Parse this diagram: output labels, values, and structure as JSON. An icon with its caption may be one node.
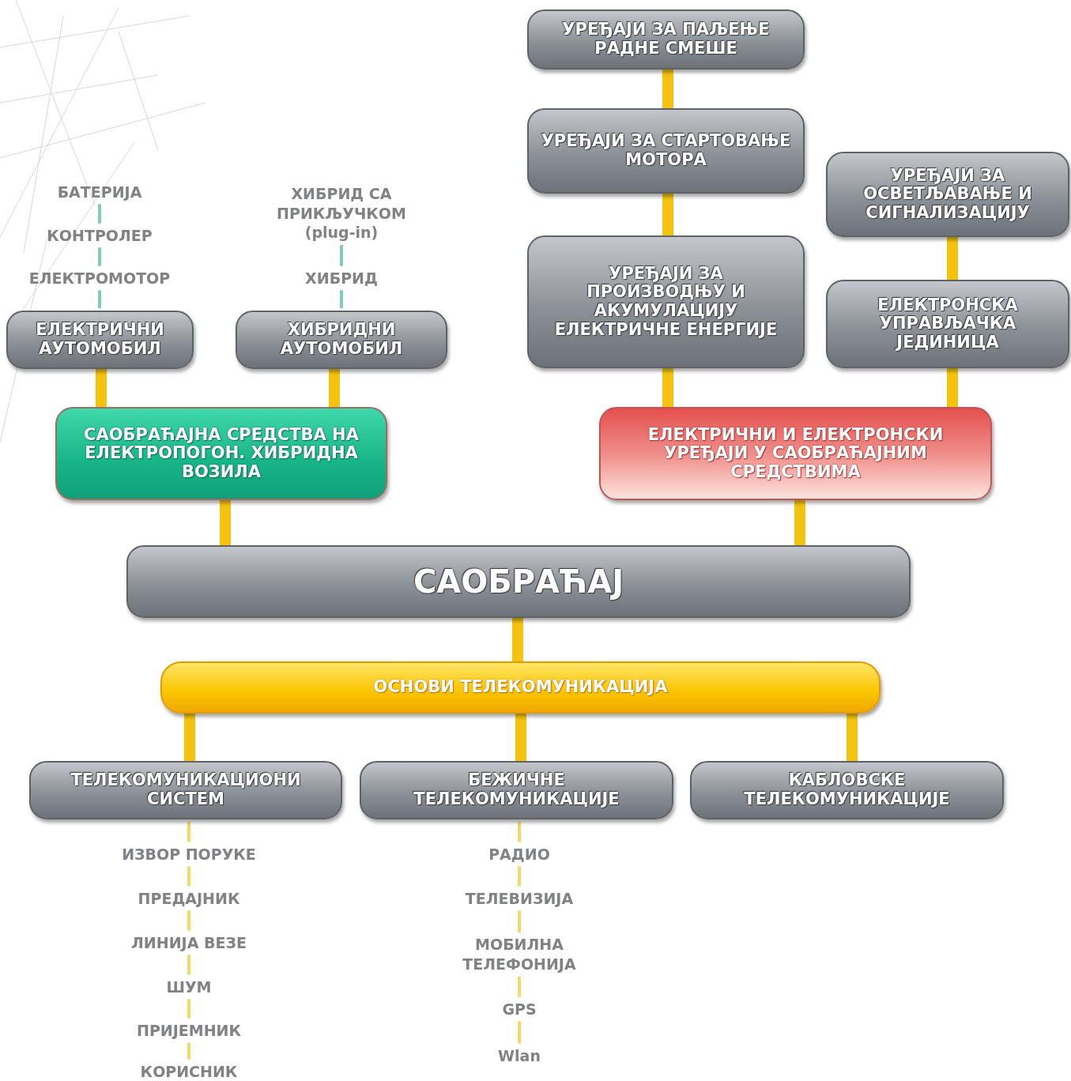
{
  "diagram": {
    "nodes": [
      {
        "text": [
          "УРЕЂАЈИ ЗА ПАЉЕЊЕ РАДНЕ СМЕШЕ"
        ]
      },
      {
        "text": [
          "УРЕЂАЈИ ЗА СТАРТОВАЊЕ МОТОРА"
        ]
      },
      {
        "text": [
          "УРЕЂАЈИ ЗА ПРОИЗВОДЊУ И АКУМУЛАЦИЈУ ЕЛЕКТРИЧНЕ ЕНЕРГИЈЕ"
        ]
      },
      {
        "text": [
          "УРЕЂАЈИ ЗА ОСВЕТЉАВАЊЕ И СИГНАЛИЗАЦИЈУ"
        ]
      },
      {
        "text": [
          "ЕЛЕКТРОНСКА УПРАВЉАЧКА ЈЕДИНИЦА"
        ]
      },
      {
        "text": [
          "БАТЕРИЈА"
        ]
      },
      {
        "text": [
          "КОНТРОЛЕР"
        ]
      },
      {
        "text": [
          "ЕЛЕКТРОМОТОР"
        ]
      },
      {
        "text": [
          "ХИБРИД СА ПРИКЉУЧКОМ (plug-in)"
        ]
      },
      {
        "text": [
          "ХИБРИД"
        ]
      },
      {
        "text": [
          "ЕЛЕКТРИЧНИ АУТОМОБИЛ"
        ]
      },
      {
        "text": [
          "ХИБРИДНИ АУТОМОБИЛ"
        ]
      },
      {
        "text": [
          "САОБРАЋАЈНА СРЕДСТВА НА ЕЛЕКТРОПОГОН. ХИБРИДНА ВОЗИЛА"
        ]
      },
      {
        "text": [
          "ЕЛЕКТРИЧНИ И ЕЛЕКТРОНСКИ УРЕЂАЈИ У САОБРАЋАЈНИМ СРЕДСТВИМА"
        ]
      },
      {
        "text": [
          "САОБРАЋАЈ"
        ]
      },
      {
        "text": [
          "ОСНОВИ ТЕЛЕКОМУНИКАЦИЈА"
        ]
      },
      {
        "text": [
          "ТЕЛЕКОМУНИКАЦИОНИ СИСТЕМ"
        ]
      },
      {
        "text": [
          "БЕЖИЧНЕ ТЕЛЕКОМУНИКАЦИЈЕ"
        ]
      },
      {
        "text": [
          "КАБЛОВСКЕ ТЕЛЕКОМУНИКАЦИЈЕ"
        ]
      },
      {
        "text": [
          "ИЗВОР ПОРУКЕ"
        ]
      },
      {
        "text": [
          "ПРЕДАЈНИК"
        ]
      },
      {
        "text": [
          "ЛИНИЈА ВЕЗЕ"
        ]
      },
      {
        "text": [
          "ШУМ"
        ]
      },
      {
        "text": [
          "ПРИЈЕМНИК"
        ]
      },
      {
        "text": [
          "КОРИСНИК"
        ]
      },
      {
        "text": [
          "РАДИО"
        ]
      },
      {
        "text": [
          "ТЕЛЕВИЗИЈА"
        ]
      },
      {
        "text": [
          "МОБИЛНА ТЕЛЕФОНИЈА"
        ]
      },
      {
        "text": [
          "GPS"
        ]
      },
      {
        "text": [
          "Wlan"
        ]
      }
    ],
    "edges": [
      {
        "from": 0,
        "to": 1,
        "arrow": "none",
        "style": "thick"
      },
      {
        "from": 1,
        "to": 2,
        "arrow": "none",
        "style": "thick"
      },
      {
        "from": 2,
        "to": 13,
        "arrow": "none",
        "style": "thick"
      },
      {
        "from": 3,
        "to": 4,
        "arrow": "none",
        "style": "thick"
      },
      {
        "from": 4,
        "to": 13,
        "arrow": "none",
        "style": "thick"
      },
      {
        "from": 5,
        "to": 6,
        "arrow": "none",
        "color": "#7fcdb4"
      },
      {
        "from": 6,
        "to": 7,
        "arrow": "none",
        "color": "#7fcdb4"
      },
      {
        "from": 7,
        "to": 10,
        "arrow": "none",
        "color": "#7fcdb4"
      },
      {
        "from": 8,
        "to": 9,
        "arrow": "none",
        "color": "#7fcdb4"
      },
      {
        "from": 9,
        "to": 11,
        "arrow": "none",
        "color": "#7fcdb4"
      },
      {
        "from": 10,
        "to": 12,
        "arrow": "none",
        "style": "thick"
      },
      {
        "from": 11,
        "to": 12,
        "arrow": "none",
        "style": "thick"
      },
      {
        "from": 12,
        "to": 14,
        "arrow": "none",
        "style": "thick"
      },
      {
        "from": 13,
        "to": 14,
        "arrow": "none",
        "style": "thick"
      },
      {
        "from": 14,
        "to": 15,
        "arrow": "none",
        "style": "thick"
      },
      {
        "from": 15,
        "to": 16,
        "arrow": "none",
        "style": "thick"
      },
      {
        "from": 15,
        "to": 17,
        "arrow": "none",
        "style": "thick"
      },
      {
        "from": 15,
        "to": 18,
        "arrow": "none",
        "style": "thick"
      },
      {
        "from": 16,
        "to": 19,
        "arrow": "none"
      },
      {
        "from": 19,
        "to": 20,
        "arrow": "none"
      },
      {
        "from": 20,
        "to": 21,
        "arrow": "none"
      },
      {
        "from": 21,
        "to": 22,
        "arrow": "none"
      },
      {
        "from": 22,
        "to": 23,
        "arrow": "none"
      },
      {
        "from": 23,
        "to": 24,
        "arrow": "none"
      },
      {
        "from": 17,
        "to": 25,
        "arrow": "none"
      },
      {
        "from": 25,
        "to": 26,
        "arrow": "none"
      },
      {
        "from": 26,
        "to": 27,
        "arrow": "none"
      },
      {
        "from": 27,
        "to": 28,
        "arrow": "none"
      },
      {
        "from": 28,
        "to": 29,
        "arrow": "none"
      }
    ]
  }
}
